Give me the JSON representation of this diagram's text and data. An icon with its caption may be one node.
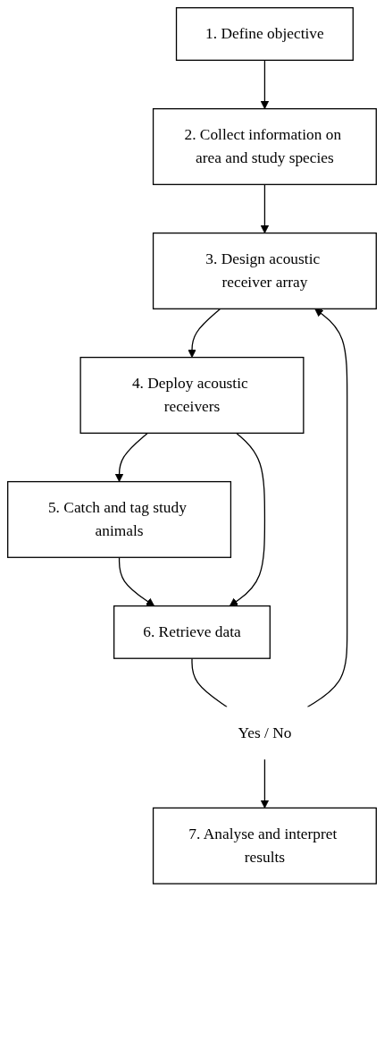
{
  "diagram": {
    "nodes": [
      {
        "text": [
          "1. Define objective"
        ]
      },
      {
        "text": [
          "2. Collect information on area and study species"
        ]
      },
      {
        "text": [
          "3. Design acoustic receiver array"
        ]
      },
      {
        "text": [
          "4. Deploy acoustic receivers"
        ]
      },
      {
        "text": [
          "5. Catch and tag study animals"
        ]
      },
      {
        "text": [
          "6. Retrieve data"
        ]
      },
      {
        "text": [
          "Yes / No"
        ]
      },
      {
        "text": [
          "7. Analyse and interpret results"
        ]
      }
    ],
    "edges": [
      {
        "from": 0,
        "to": 1,
        "arrow": "to"
      },
      {
        "from": 1,
        "to": 2,
        "arrow": "to"
      },
      {
        "from": 2,
        "to": 3,
        "arrow": "to"
      },
      {
        "from": 3,
        "to": 4,
        "arrow": "to"
      },
      {
        "from": 4,
        "to": 5,
        "arrow": "to"
      },
      {
        "from": 3,
        "to": 5,
        "arrow": "to"
      },
      {
        "from": 5,
        "to": 6,
        "arrow": "none"
      },
      {
        "from": 6,
        "to": 7,
        "arrow": "to"
      },
      {
        "from": 6,
        "to": 2,
        "arrow": "to"
      }
    ]
  }
}
